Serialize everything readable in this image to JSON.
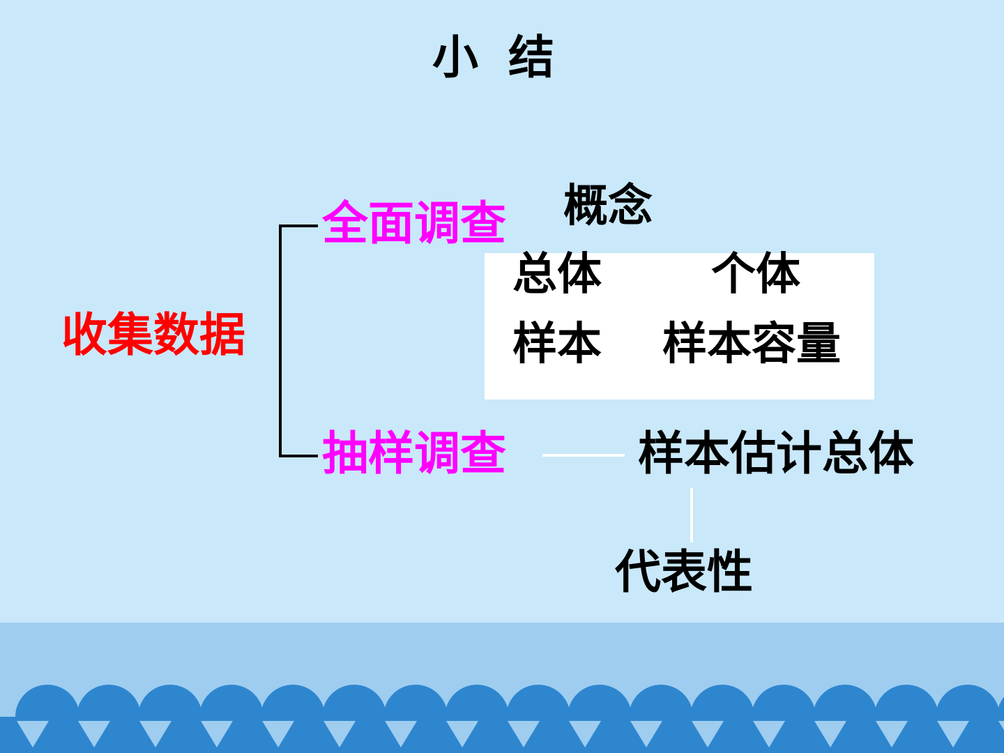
{
  "title": "小 结",
  "root": {
    "label": "收集数据",
    "color": "#ff0000"
  },
  "branches": [
    {
      "label": "全面调查",
      "color": "#ff00ff"
    },
    {
      "label": "抽样调查",
      "color": "#ff00ff"
    }
  ],
  "concept": {
    "heading": "概念",
    "terms": [
      "总体",
      "个体",
      "样本",
      "样本容量"
    ]
  },
  "estimation": "样本估计总体",
  "requirement": "代表性",
  "colors": {
    "background": "#c9e8f9",
    "sea_band": "#9ecdf0",
    "wave": "#2e86cf"
  }
}
